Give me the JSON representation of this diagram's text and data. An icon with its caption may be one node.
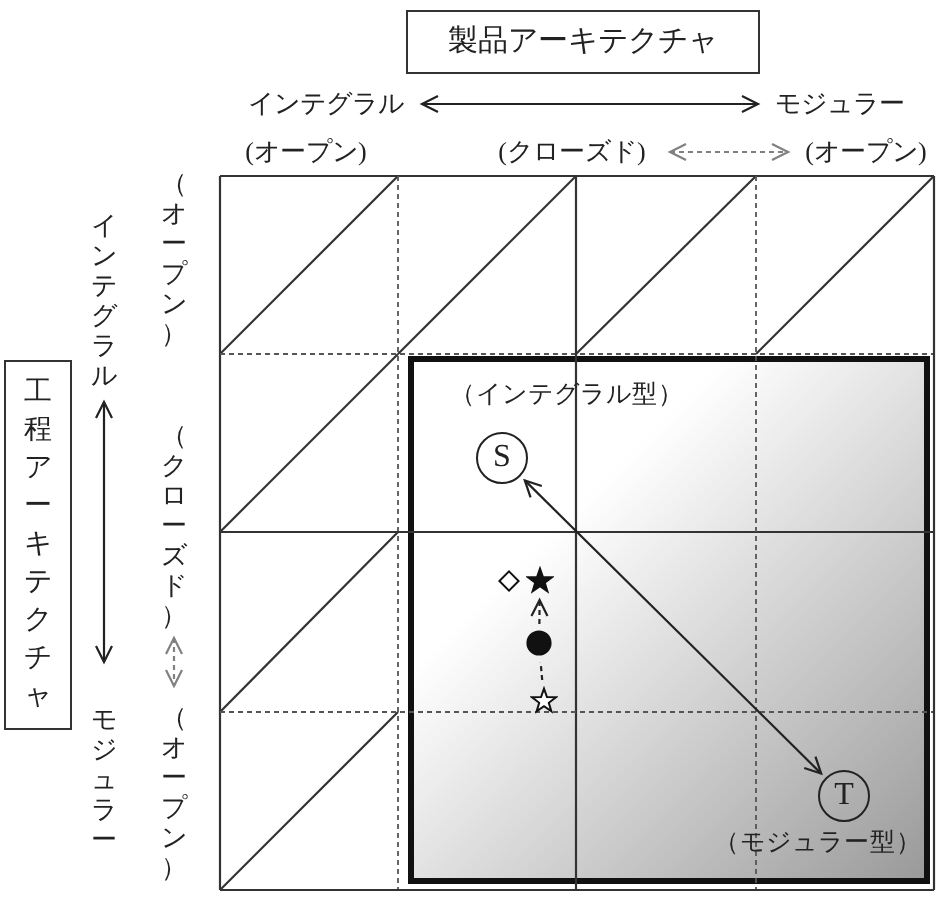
{
  "diagram": {
    "nodes": [
      {
        "text": [
          "製品アーキテクチャ"
        ]
      },
      {
        "text": [
          "インテグラル"
        ]
      },
      {
        "text": [
          "モジュラー"
        ]
      },
      {
        "text": [
          "(クローズド)"
        ]
      },
      {
        "text": [
          "(オープン)"
        ]
      },
      {
        "text": [
          "インテグラル"
        ]
      },
      {
        "text": [
          "工程アーキテクチャ"
        ]
      },
      {
        "text": [
          "（クローズド）"
        ]
      },
      {
        "text": [
          "モジュラー"
        ]
      },
      {
        "text": [
          "（オープン）"
        ]
      },
      {
        "text": [],
        "shape": "box"
      },
      {
        "text": [
          "S"
        ],
        "in": 10,
        "beside": [
          "（インテグラル型）"
        ]
      },
      {
        "text": [],
        "shape": "diamond",
        "in": 10
      },
      {
        "text": [],
        "shape": "star",
        "in": 10
      },
      {
        "text": [],
        "shape": "circle",
        "in": 10
      },
      {
        "text": [],
        "shape": "star",
        "in": 10
      },
      {
        "text": [
          "T"
        ],
        "in": 10,
        "beside": [
          "（モジュラー型）"
        ]
      }
    ],
    "edges": [
      {
        "from": 1,
        "to": 2,
        "arrow": "both"
      },
      {
        "from": 3,
        "to": 4,
        "arrow": "both",
        "style": "dashed",
        "color": "#808080"
      },
      {
        "from": 5,
        "to": 8,
        "arrow": "both"
      },
      {
        "from": 7,
        "to": 9,
        "arrow": "both",
        "style": "dashed",
        "color": "#808080"
      },
      {
        "from": 11,
        "to": 16,
        "arrow": "both"
      },
      {
        "from": 15,
        "to": 14,
        "arrow": "none",
        "style": "dashed"
      },
      {
        "from": 14,
        "to": 13,
        "arrow": "to",
        "style": "dashed"
      }
    ],
    "labels": [
      "(オープン)",
      "（オープン）"
    ]
  }
}
